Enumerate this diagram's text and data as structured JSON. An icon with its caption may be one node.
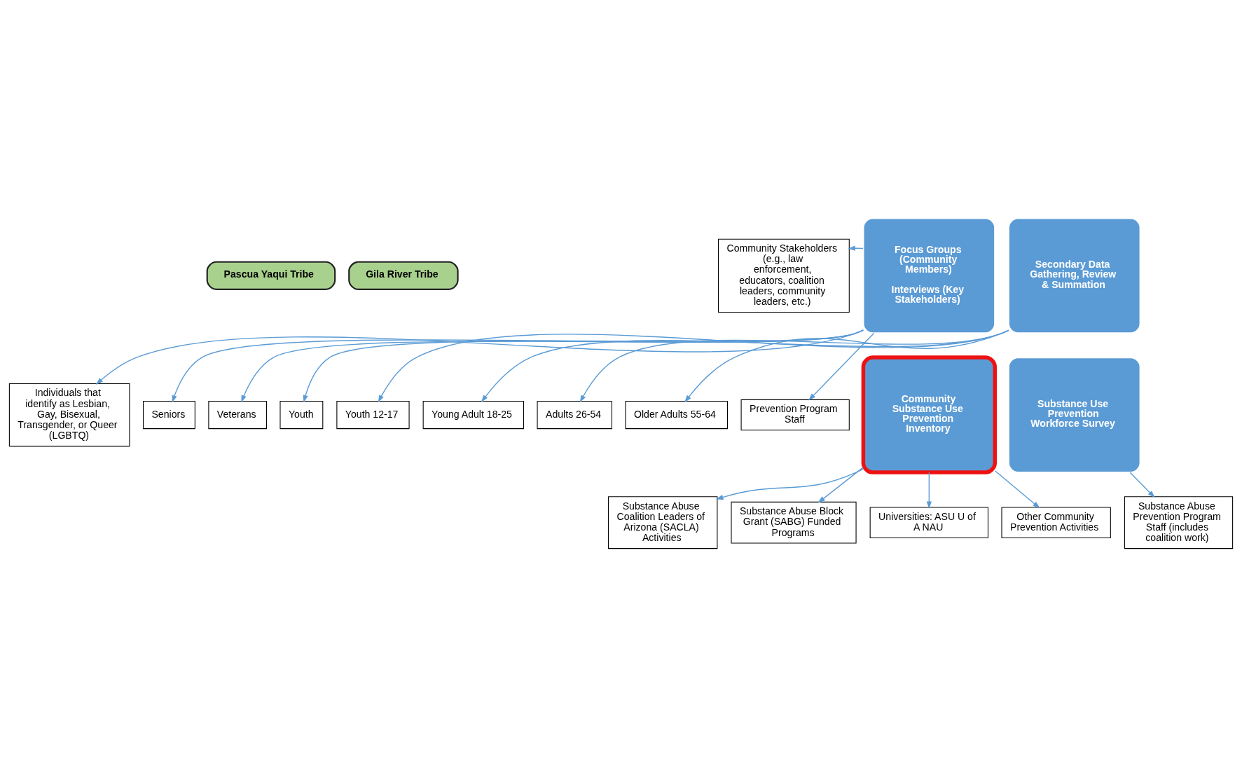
{
  "diagram": {
    "nodes": [
      {
        "text": [
          "Pascua Yaqui Tribe"
        ]
      },
      {
        "text": [
          "Gila River Tribe"
        ]
      },
      {
        "text": [
          "Individuals that identify as Lesbian, Gay, Bisexual, Transgender, or Queer (LGBTQ)"
        ]
      },
      {
        "text": [
          "Older Adults 55-64"
        ]
      },
      {
        "text": [
          "Adults 26-54"
        ]
      },
      {
        "text": [
          "Seniors"
        ]
      },
      {
        "text": [
          "Young Adult 18-25"
        ]
      },
      {
        "text": [
          "Veterans"
        ]
      },
      {
        "text": [
          "Youth 12-17"
        ]
      },
      {
        "text": [
          "Youth"
        ]
      },
      {
        "text": [
          "Focus Groups (Community Members)",
          "Interviews (Key Stakeholders)"
        ]
      },
      {
        "text": [
          "Secondary Data Gathering, Review & Summation"
        ]
      },
      {
        "text": [
          "Community Stakeholders (e.g., law enforcement, educators, coalition leaders, community leaders, etc.)"
        ]
      },
      {
        "text": [
          "Prevention Program Staff"
        ]
      },
      {
        "text": [
          "Community Substance Use Prevention Inventory"
        ]
      },
      {
        "text": [
          "Substance Use Prevention Workforce Survey"
        ]
      },
      {
        "text": [
          "Substance Abuse Coalition Leaders of Arizona (SACLA) Activities"
        ]
      },
      {
        "text": [
          "Substance Abuse Block Grant (SABG) Funded Programs"
        ]
      },
      {
        "text": [
          "Universities: ASU U of A NAU"
        ]
      },
      {
        "text": [
          "Other Community Prevention Activities"
        ]
      },
      {
        "text": [
          "Substance Abuse Prevention Program Staff (includes coalition work)"
        ]
      }
    ],
    "edges": [
      {
        "from": 10,
        "to": 2,
        "arrow": "to"
      },
      {
        "from": 10,
        "to": 5,
        "arrow": "to"
      },
      {
        "from": 10,
        "to": 7,
        "arrow": "to"
      },
      {
        "from": 10,
        "to": 9,
        "arrow": "to"
      },
      {
        "from": 10,
        "to": 12,
        "arrow": "to"
      },
      {
        "from": 10,
        "to": 13,
        "arrow": "to"
      },
      {
        "from": 11,
        "to": 8,
        "arrow": "to"
      },
      {
        "from": 11,
        "to": 6,
        "arrow": "to"
      },
      {
        "from": 11,
        "to": 4,
        "arrow": "to"
      },
      {
        "from": 11,
        "to": 3,
        "arrow": "to"
      },
      {
        "from": 14,
        "to": 16,
        "arrow": "to"
      },
      {
        "from": 14,
        "to": 17,
        "arrow": "to"
      },
      {
        "from": 14,
        "to": 18,
        "arrow": "to"
      },
      {
        "from": 14,
        "to": 19,
        "arrow": "to"
      },
      {
        "from": 15,
        "to": 20,
        "arrow": "to"
      }
    ]
  }
}
